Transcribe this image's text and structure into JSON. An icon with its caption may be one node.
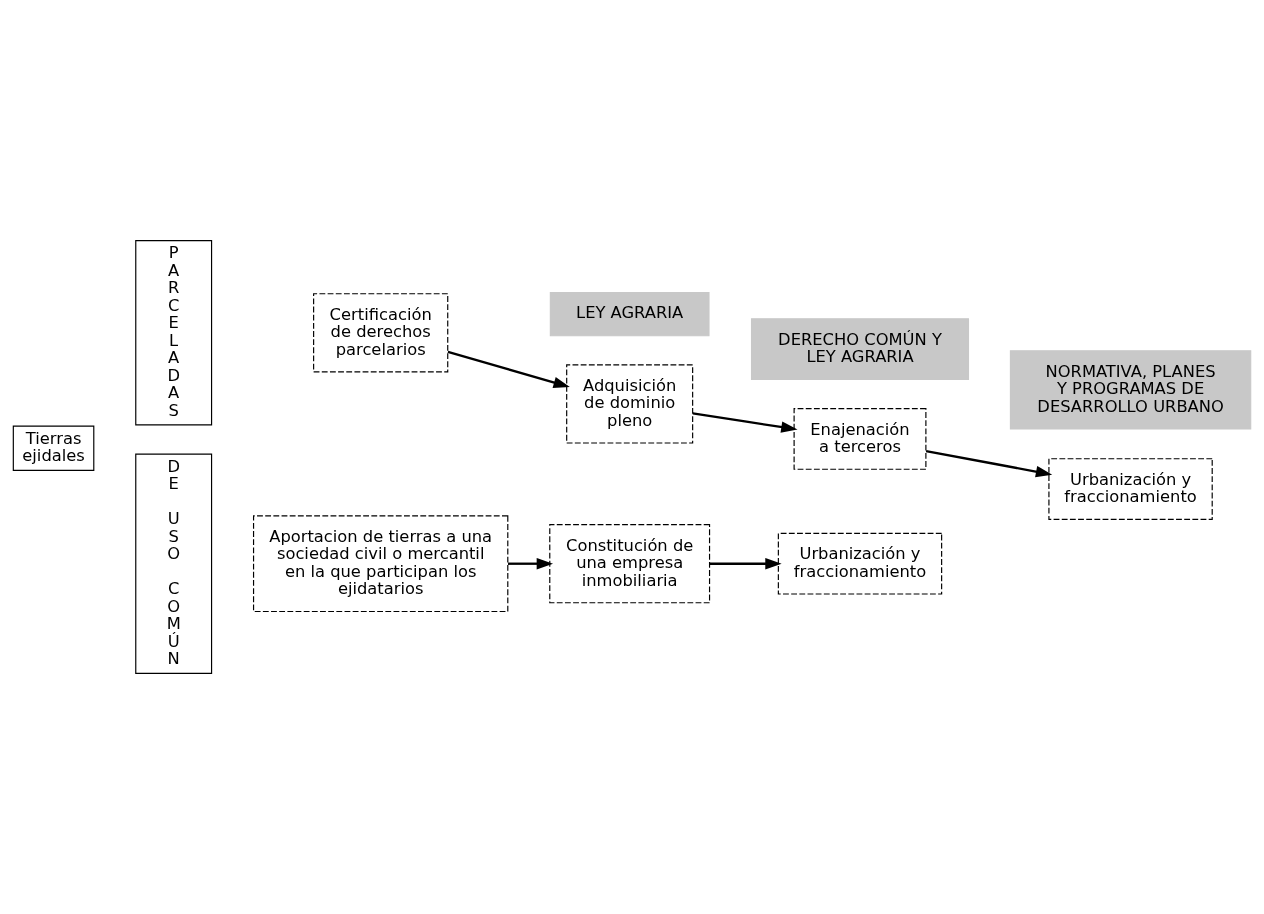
{
  "diagram": {
    "nodes": [
      {
        "text": [
          "Tierras ejidales"
        ]
      },
      {
        "text": [
          "PARCELADAS"
        ]
      },
      {
        "text": [
          "DE USO COMÚN"
        ]
      },
      {
        "text": [
          "LEY AGRARIA"
        ]
      },
      {
        "text": [
          "DERECHO COMÚN Y LEY AGRARIA"
        ]
      },
      {
        "text": [
          "NORMATIVA, PLANES Y PROGRAMAS DE DESARROLLO URBANO"
        ]
      },
      {
        "text": [
          "Certificación de derechos parcelarios"
        ]
      },
      {
        "text": [
          "Adquisición de dominio pleno"
        ]
      },
      {
        "text": [
          "Enajenación a terceros"
        ]
      },
      {
        "text": [
          "Urbanización y fraccionamiento"
        ]
      },
      {
        "text": [
          "Aportacion de tierras a una sociedad civil o mercantil en la que participan los ejidatarios"
        ]
      },
      {
        "text": [
          "Constitución de una empresa inmobiliaria"
        ]
      },
      {
        "text": [
          "Urbanización y fraccionamiento"
        ]
      }
    ],
    "edges": [
      {
        "from": 6,
        "to": 7,
        "arrow": "to"
      },
      {
        "from": 7,
        "to": 8,
        "arrow": "to"
      },
      {
        "from": 8,
        "to": 9,
        "arrow": "to"
      },
      {
        "from": 10,
        "to": 11,
        "arrow": "to"
      },
      {
        "from": 11,
        "to": 12,
        "arrow": "to"
      }
    ]
  }
}
